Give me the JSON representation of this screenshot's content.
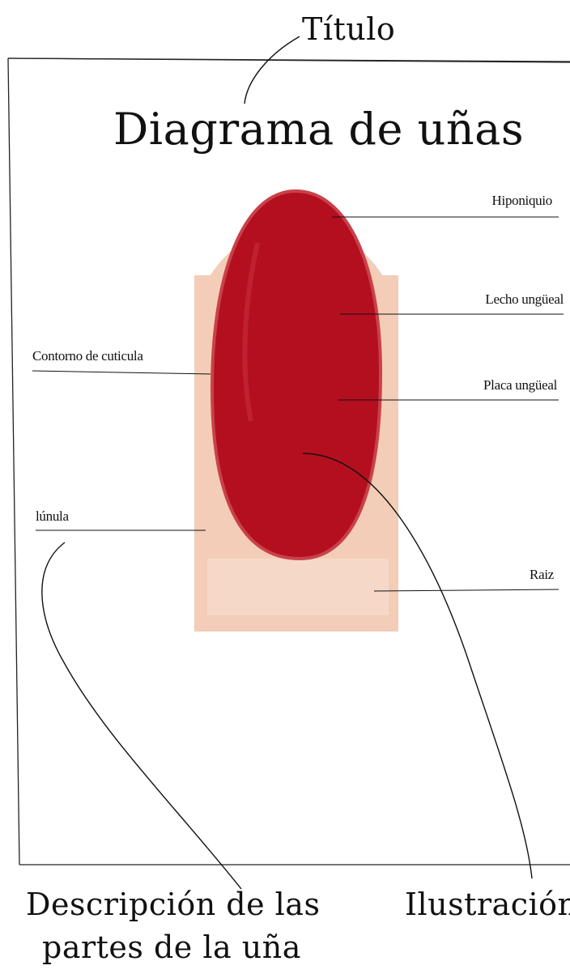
{
  "annotations": {
    "title_tag": "Título",
    "description_tag_line1": "Descripción de las",
    "description_tag_line2": "partes de la uña",
    "illustration_tag": "Ilustración"
  },
  "poster": {
    "title": "Diagrama de uñas",
    "labels": {
      "hiponiquio": "Hiponiquio",
      "lecho": "Lecho ungüeal",
      "placa": "Placa ungüeal",
      "raiz": "Raiz",
      "contorno": "Contorno de cuticula",
      "lunula": "lúnula"
    }
  },
  "colors": {
    "nail": "#b40f1f",
    "nail_edge": "#c9414a",
    "skin": "#f3cdb8",
    "skin_light": "#f8e0d2",
    "line": "#111111"
  }
}
